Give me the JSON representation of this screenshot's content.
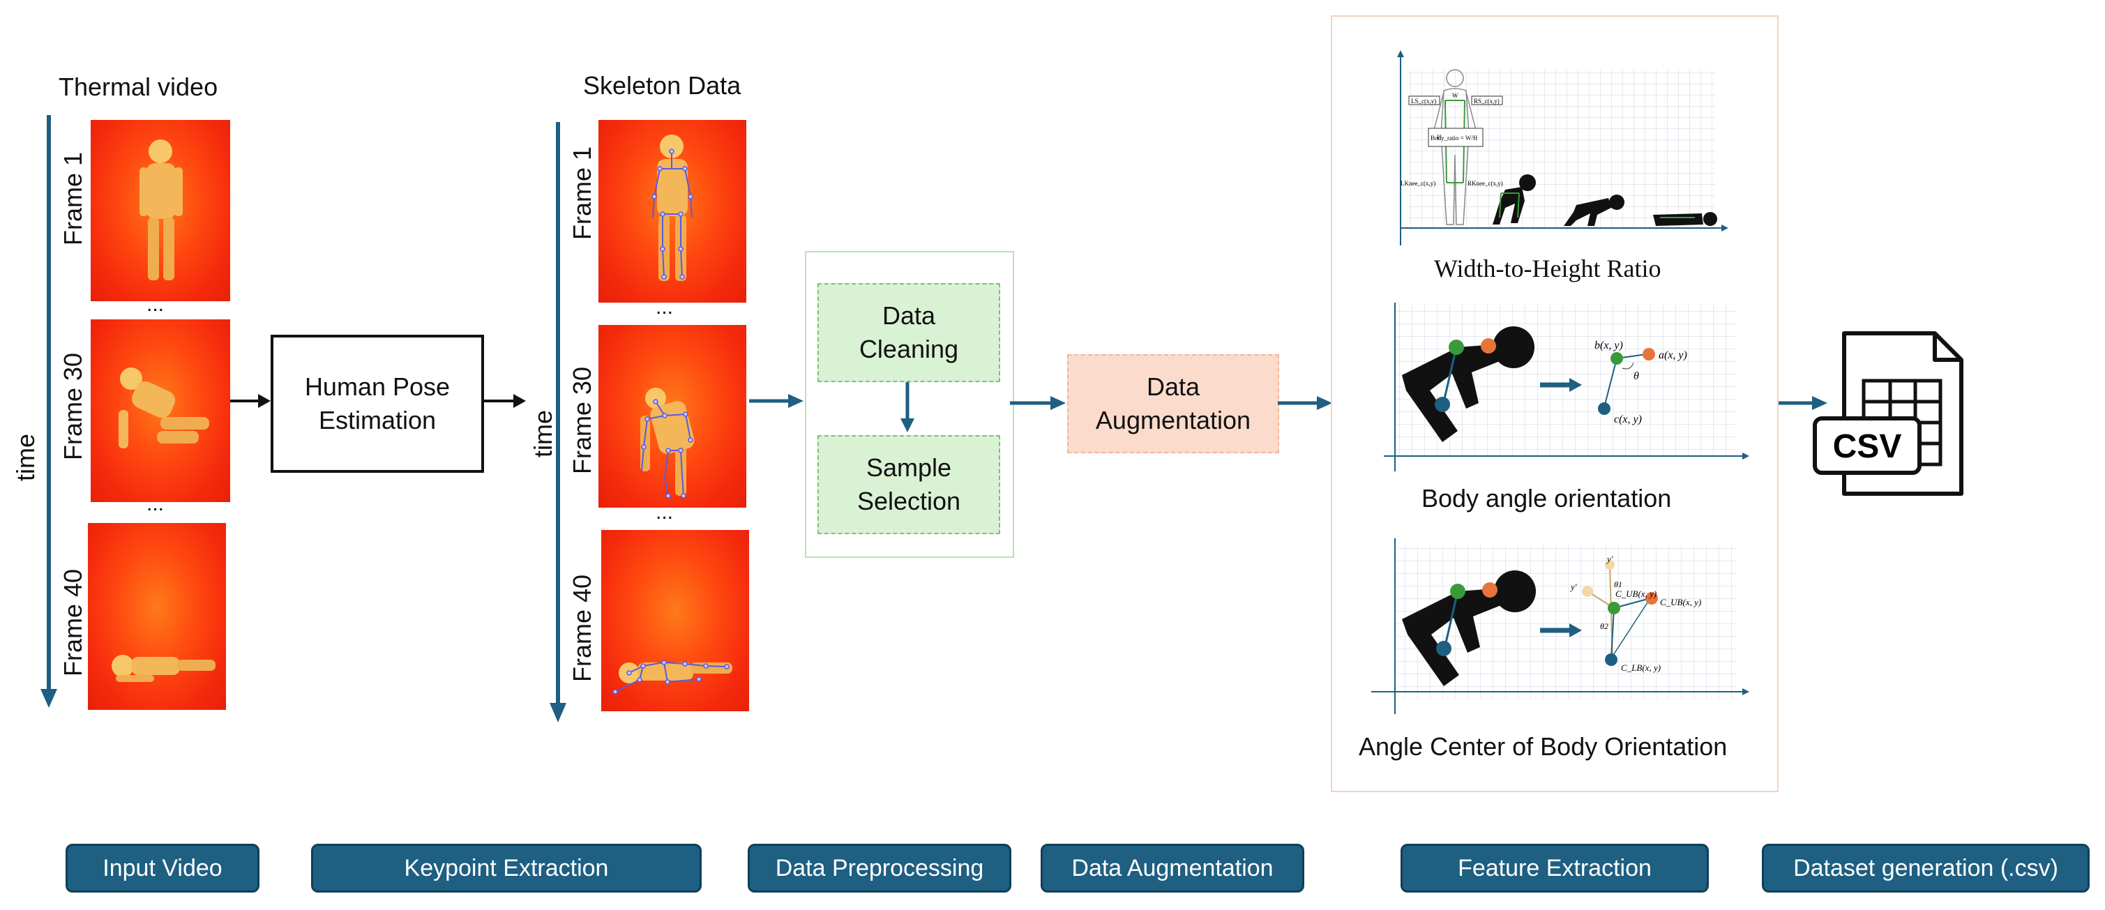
{
  "input": {
    "title": "Thermal video",
    "time_label": "time",
    "frames": [
      "Frame 1",
      "Frame 30",
      "Frame 40"
    ],
    "ellipsis": "..."
  },
  "pose_box": {
    "label": "Human Pose Estimation"
  },
  "skeleton": {
    "title": "Skeleton Data",
    "time_label": "time",
    "frames": [
      "Frame 1",
      "Frame 30",
      "Frame 40"
    ],
    "ellipsis": "..."
  },
  "preprocessing": {
    "step1": "Data Cleaning",
    "step2": "Sample Selection"
  },
  "augmentation": {
    "label": "Data Augmentation"
  },
  "features": {
    "wh_caption": "Width-to-Height Ratio",
    "angle_caption": "Body angle orientation",
    "center_caption": "Angle Center of Body Orientation",
    "wh_labels": [
      "LS_c(x,y)",
      "RS_c(x,y)",
      "Body_ratio = W/H",
      "LKnee_c(x,y)",
      "RKnee_c(x,y)",
      "W",
      "H"
    ],
    "angle_labels": [
      "b(x, y)",
      "a(x, y)",
      "θ",
      "c(x, y)"
    ],
    "center_labels": [
      "y'",
      "y'",
      "θ1",
      "C_UB(x, y)",
      "C_UB(x, y)",
      "θ2",
      "C_LB(x, y)"
    ]
  },
  "csv": {
    "label": "CSV"
  },
  "stages": [
    "Input Video",
    "Keypoint Extraction",
    "Data Preprocessing",
    "Data Augmentation",
    "Feature Extraction",
    "Dataset generation (.csv)"
  ],
  "colors": {
    "arrow": "#1e5f82",
    "stage_fill": "#1e5f82",
    "green_fill": "#d9f2d3",
    "aug_fill": "#fbdccc",
    "keypoint_green": "#3a9a3a",
    "keypoint_orange": "#e8743b",
    "keypoint_blue": "#1e5f82"
  }
}
